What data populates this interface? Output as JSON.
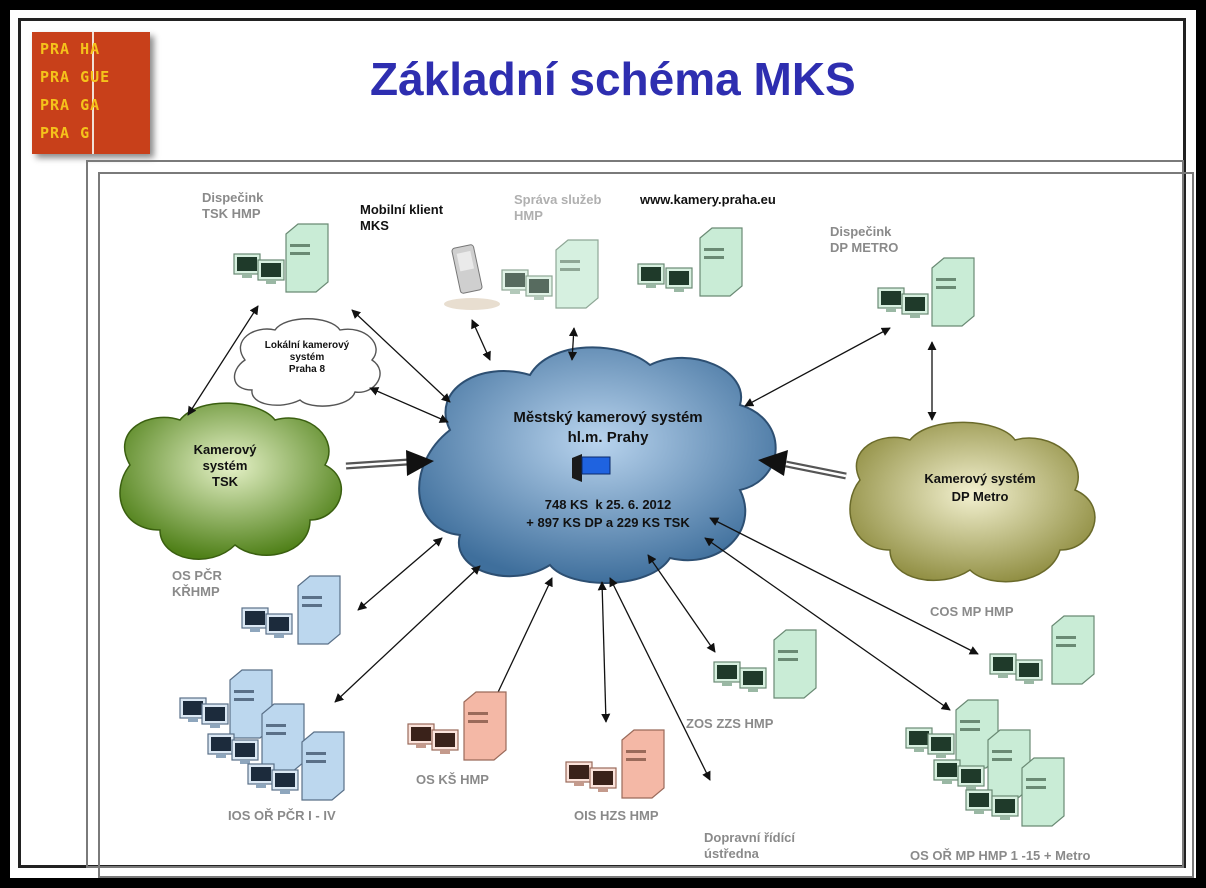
{
  "slide": {
    "title": "Základní schéma MKS",
    "logo": {
      "rows": [
        "PRA HA",
        "PRA GUE",
        "PRA GA",
        "PRA G"
      ]
    }
  },
  "center": {
    "title_line1": "Městský kamerový systém",
    "title_line2": "hl.m. Prahy",
    "stats_line1": "748 KS  k 25. 6. 2012",
    "stats_line2": "+ 897 KS DP a 229 KS TSK",
    "fill": "#4f7aa6"
  },
  "clouds": {
    "tsk": {
      "line1": "Kamerový",
      "line2": "systém",
      "line3": "TSK",
      "fill": "#5f8f1f"
    },
    "metro": {
      "line1": "Kamerový systém",
      "line2": "DP Metro",
      "fill": "#8a8a3a"
    },
    "local": {
      "line1": "Lokální kamerový",
      "line2": "systém",
      "line3": "Praha 8"
    }
  },
  "nodes": {
    "tsk_dispatch": {
      "line1": "Dispečink",
      "line2": "TSK HMP"
    },
    "mobile": {
      "line1": "Mobilní klient",
      "line2": "MKS"
    },
    "sprava": {
      "line1": "Správa služeb",
      "line2": "HMP"
    },
    "web": {
      "label": "www.kamery.praha.eu"
    },
    "metro_dispatch": {
      "line1": "Dispečink",
      "line2": "DP METRO"
    },
    "pcr": {
      "line1": "OS PČR",
      "line2": "KŘHMP"
    },
    "ios": {
      "label": "IOS OŘ PČR I - IV"
    },
    "ks": {
      "label": "OS KŠ HMP"
    },
    "hzs": {
      "label": "OIS HZS HMP"
    },
    "dopravni": {
      "line1": "Dopravní řídící",
      "line2": "ústředna"
    },
    "zzs": {
      "label": "ZOS ZZS HMP"
    },
    "cos": {
      "label": "COS MP HMP"
    },
    "osmp": {
      "label": "OS OŘ MP HMP 1 -15 + Metro"
    }
  },
  "colors": {
    "title": "#2e2eb0",
    "logo_bg": "#c8401a",
    "logo_text": "#f5c21b",
    "server_green": "#c9ecd6",
    "server_blue": "#bcd7ee",
    "server_red": "#f4b8a6"
  }
}
